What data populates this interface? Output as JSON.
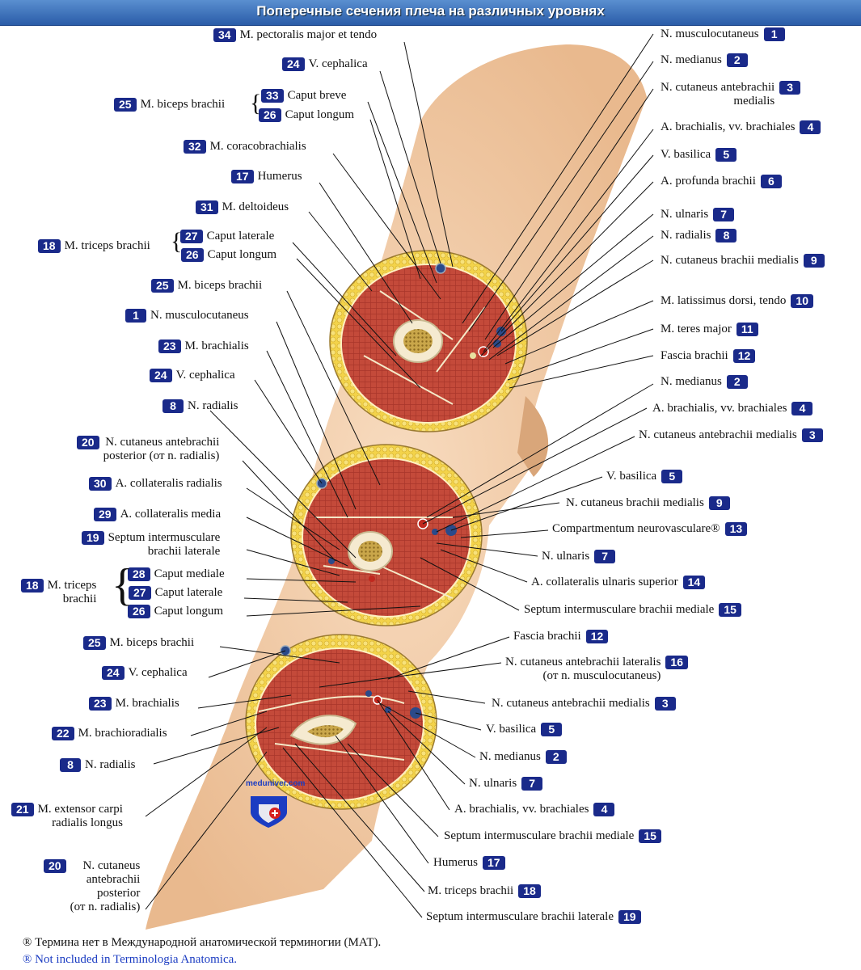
{
  "title": "Поперечные сечения плеча на различных уровнях",
  "logo": "meduniver.com",
  "footnotes": {
    "ru": "Термина нет в Международной анатомической терминогии (МАТ).",
    "en": "Not included in Terminologia Anatomica."
  },
  "labels": [
    {
      "id": "l1",
      "n": "34",
      "t": "M. pectoralis major et tendo",
      "side": "left"
    },
    {
      "id": "l2",
      "n": "24",
      "t": "V. cephalica",
      "side": "left"
    },
    {
      "id": "l3",
      "n": "25",
      "t": "M. biceps brachii",
      "side": "left"
    },
    {
      "id": "l4",
      "n": "33",
      "t": "Caput breve",
      "side": "left"
    },
    {
      "id": "l5",
      "n": "26",
      "t": "Caput longum",
      "side": "left"
    },
    {
      "id": "l6",
      "n": "32",
      "t": "M. coracobrachialis",
      "side": "left"
    },
    {
      "id": "l7",
      "n": "17",
      "t": "Humerus",
      "side": "left"
    },
    {
      "id": "l8",
      "n": "31",
      "t": "M. deltoideus",
      "side": "left"
    },
    {
      "id": "l9",
      "n": "18",
      "t": "M. triceps brachii",
      "side": "left"
    },
    {
      "id": "l10",
      "n": "27",
      "t": "Caput laterale",
      "side": "left"
    },
    {
      "id": "l11",
      "n": "26",
      "t": "Caput longum",
      "side": "left"
    },
    {
      "id": "l12",
      "n": "25",
      "t": "M. biceps brachii",
      "side": "left"
    },
    {
      "id": "l13",
      "n": "1",
      "t": "N. musculocutaneus",
      "side": "left"
    },
    {
      "id": "l14",
      "n": "23",
      "t": "M. brachialis",
      "side": "left"
    },
    {
      "id": "l15",
      "n": "24",
      "t": "V. cephalica",
      "side": "left"
    },
    {
      "id": "l16",
      "n": "8",
      "t": "N. radialis",
      "side": "left"
    },
    {
      "id": "l17",
      "n": "20",
      "t": "N. cutaneus antebrachii\nposterior (от n. radialis)",
      "side": "left"
    },
    {
      "id": "l18",
      "n": "30",
      "t": "A. collateralis radialis",
      "side": "left"
    },
    {
      "id": "l19",
      "n": "29",
      "t": "A. collateralis media",
      "side": "left"
    },
    {
      "id": "l20",
      "n": "19",
      "t": "Septum intermusculare\nbrachii laterale",
      "side": "left"
    },
    {
      "id": "l21",
      "n": "18",
      "t": "M. triceps\nbrachii",
      "side": "left"
    },
    {
      "id": "l22",
      "n": "28",
      "t": "Caput mediale",
      "side": "left"
    },
    {
      "id": "l23",
      "n": "27",
      "t": "Caput laterale",
      "side": "left"
    },
    {
      "id": "l24",
      "n": "26",
      "t": "Caput longum",
      "side": "left"
    },
    {
      "id": "l25",
      "n": "25",
      "t": "M. biceps brachii",
      "side": "left"
    },
    {
      "id": "l26",
      "n": "24",
      "t": "V. cephalica",
      "side": "left"
    },
    {
      "id": "l27",
      "n": "23",
      "t": "M. brachialis",
      "side": "left"
    },
    {
      "id": "l28",
      "n": "22",
      "t": "M. brachioradialis",
      "side": "left"
    },
    {
      "id": "l29",
      "n": "8",
      "t": "N. radialis",
      "side": "left"
    },
    {
      "id": "l30",
      "n": "21",
      "t": "M. extensor carpi\nradialis longus",
      "side": "left"
    },
    {
      "id": "l31",
      "n": "20",
      "t": "N. cutaneus\nantebrachii\nposterior\n(от n. radialis)",
      "side": "left"
    },
    {
      "id": "r1",
      "n": "1",
      "t": "N. musculocutaneus",
      "side": "right"
    },
    {
      "id": "r2",
      "n": "2",
      "t": "N. medianus",
      "side": "right"
    },
    {
      "id": "r3",
      "n": "3",
      "t": "N. cutaneus antebrachii\nmedialis",
      "side": "right"
    },
    {
      "id": "r4",
      "n": "4",
      "t": "A. brachialis, vv. brachiales",
      "side": "right"
    },
    {
      "id": "r5",
      "n": "5",
      "t": "V. basilica",
      "side": "right"
    },
    {
      "id": "r6",
      "n": "6",
      "t": "A. profunda brachii",
      "side": "right"
    },
    {
      "id": "r7",
      "n": "7",
      "t": "N. ulnaris",
      "side": "right"
    },
    {
      "id": "r8",
      "n": "8",
      "t": "N. radialis",
      "side": "right"
    },
    {
      "id": "r9",
      "n": "9",
      "t": "N. cutaneus brachii medialis",
      "side": "right"
    },
    {
      "id": "r10",
      "n": "10",
      "t": "M. latissimus dorsi, tendo",
      "side": "right"
    },
    {
      "id": "r11",
      "n": "11",
      "t": "M. teres major",
      "side": "right"
    },
    {
      "id": "r12",
      "n": "12",
      "t": "Fascia brachii",
      "side": "right"
    },
    {
      "id": "r13",
      "n": "2",
      "t": "N. medianus",
      "side": "right"
    },
    {
      "id": "r14",
      "n": "4",
      "t": "A. brachialis, vv. brachiales",
      "side": "right"
    },
    {
      "id": "r15",
      "n": "3",
      "t": "N. cutaneus antebrachii medialis",
      "side": "right"
    },
    {
      "id": "r16",
      "n": "5",
      "t": "V. basilica",
      "side": "right"
    },
    {
      "id": "r17",
      "n": "9",
      "t": "N. cutaneus brachii medialis",
      "side": "right"
    },
    {
      "id": "r18",
      "n": "13",
      "t": "Compartmentum neurovasculare®",
      "side": "right"
    },
    {
      "id": "r19",
      "n": "7",
      "t": "N. ulnaris",
      "side": "right"
    },
    {
      "id": "r20",
      "n": "14",
      "t": "A. collateralis ulnaris superior",
      "side": "right"
    },
    {
      "id": "r21",
      "n": "15",
      "t": "Septum intermusculare brachii mediale",
      "side": "right"
    },
    {
      "id": "r22",
      "n": "12",
      "t": "Fascia brachii",
      "side": "right"
    },
    {
      "id": "r23",
      "n": "16",
      "t": "N. cutaneus antebrachii lateralis\n(от n. musculocutaneus)",
      "side": "right"
    },
    {
      "id": "r24",
      "n": "3",
      "t": "N. cutaneus antebrachii medialis",
      "side": "right"
    },
    {
      "id": "r25",
      "n": "5",
      "t": "V. basilica",
      "side": "right"
    },
    {
      "id": "r26",
      "n": "2",
      "t": "N. medianus",
      "side": "right"
    },
    {
      "id": "r27",
      "n": "7",
      "t": "N. ulnaris",
      "side": "right"
    },
    {
      "id": "r28",
      "n": "4",
      "t": "A. brachialis, vv. brachiales",
      "side": "right"
    },
    {
      "id": "r29",
      "n": "15",
      "t": "Septum intermusculare brachii mediale",
      "side": "right"
    },
    {
      "id": "r30",
      "n": "17",
      "t": "Humerus",
      "side": "right"
    },
    {
      "id": "r31",
      "n": "18",
      "t": "M. triceps brachii",
      "side": "right"
    },
    {
      "id": "r32",
      "n": "19",
      "t": "Septum intermusculare brachii laterale",
      "side": "right"
    }
  ]
}
